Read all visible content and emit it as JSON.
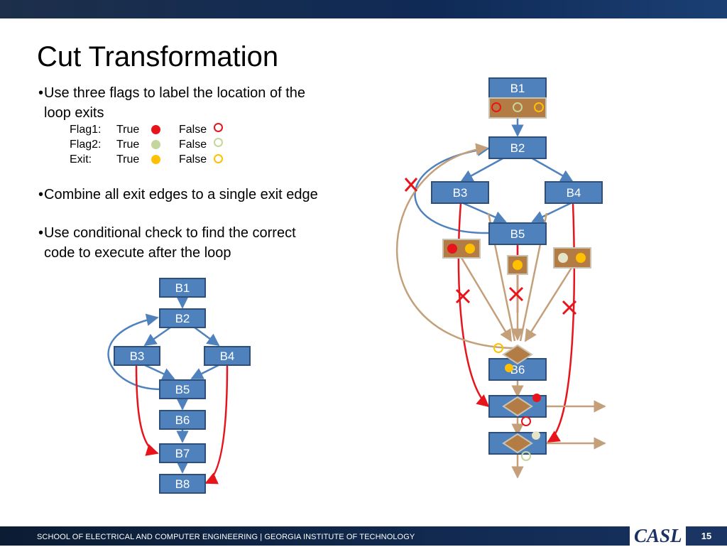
{
  "slide": {
    "title": "Cut Transformation",
    "bullets": [
      "Use three flags to label the location of the loop exits",
      "Combine all exit edges to a single exit edge",
      "Use conditional check to find the correct code to execute after the loop"
    ],
    "bullet_lines": [
      [
        "Use three flags to label the location of the",
        "loop exits"
      ],
      [
        "Combine all exit edges to a single exit edge"
      ],
      [
        "Use conditional check to find the correct",
        "code to execute after the loop"
      ]
    ],
    "flags": [
      {
        "name": "Flag1:",
        "true_label": "True",
        "false_label": "False",
        "color": "#e8141b"
      },
      {
        "name": "Flag2:",
        "true_label": "True",
        "false_label": "False",
        "color": "#c3d69b"
      },
      {
        "name": "Exit:",
        "true_label": "True",
        "false_label": "False",
        "color": "#ffc000"
      }
    ]
  },
  "left_graph": {
    "blocks": [
      "B1",
      "B2",
      "B3",
      "B4",
      "B5",
      "B6",
      "B7",
      "B8"
    ]
  },
  "right_graph": {
    "blocks": [
      "B1",
      "B2",
      "B3",
      "B4",
      "B5",
      "B6"
    ]
  },
  "footer": {
    "text": "SCHOOL OF ELECTRICAL AND COMPUTER ENGINEERING | GEORGIA INSTITUTE OF TECHNOLOGY",
    "logo": "CASL",
    "page_number": "15"
  },
  "colors": {
    "block_fill": "#4f81bd",
    "flow_edge": "#4f81bd",
    "exit_edge": "#e8141b",
    "new_edge": "#c4a07a",
    "flag_box": "#b47c45",
    "accent_bar": "#0f2a56"
  }
}
